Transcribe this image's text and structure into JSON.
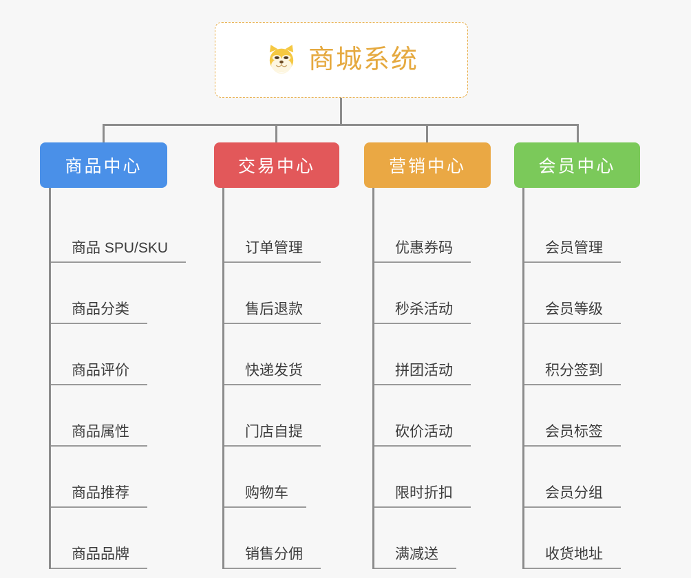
{
  "root": {
    "title": "商城系统",
    "icon": "shiba-dog-icon",
    "border_color": "#e8ae4a",
    "text_color": "#e5a93f",
    "background": "#ffffff"
  },
  "page": {
    "background_color": "#f7f7f7",
    "connector_color": "#8c8c8c",
    "leaf_text_color": "#3c3c3c",
    "leaf_rule_color": "#9a9a9a"
  },
  "columns": [
    {
      "header": "商品中心",
      "color": "#4a90e8",
      "items": [
        "商品 SPU/SKU",
        "商品分类",
        "商品评价",
        "商品属性",
        "商品推荐",
        "商品品牌"
      ]
    },
    {
      "header": "交易中心",
      "color": "#e2585a",
      "items": [
        "订单管理",
        "售后退款",
        "快递发货",
        "门店自提",
        "购物车",
        "销售分佣"
      ]
    },
    {
      "header": "营销中心",
      "color": "#eaa844",
      "items": [
        "优惠券码",
        "秒杀活动",
        "拼团活动",
        "砍价活动",
        "限时折扣",
        "满减送"
      ]
    },
    {
      "header": "会员中心",
      "color": "#7bc95a",
      "items": [
        "会员管理",
        "会员等级",
        "积分签到",
        "会员标签",
        "会员分组",
        "收货地址"
      ]
    }
  ]
}
